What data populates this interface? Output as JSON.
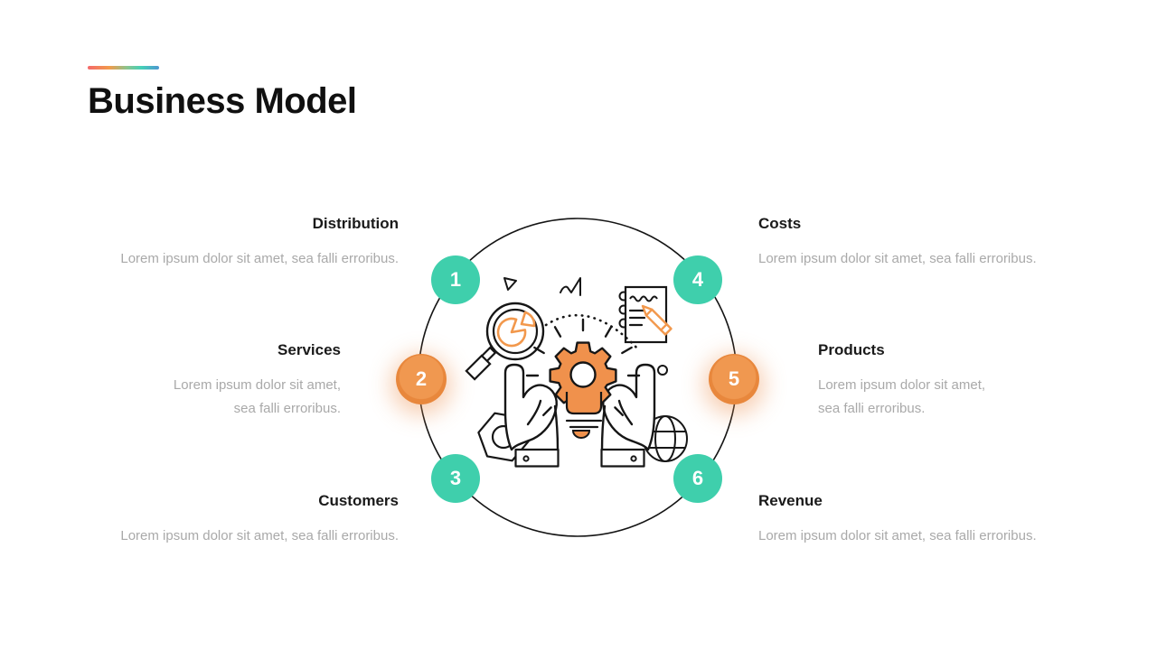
{
  "slide": {
    "title": "Business Model"
  },
  "accent_bar_colors": [
    "#F4696B",
    "#F29A4B",
    "#8BC48E",
    "#45D0B7",
    "#4E97D1"
  ],
  "colors": {
    "badge_teal": "#3FCFAC",
    "badge_orange": "#ED8B40",
    "illustration_orange": "#F0914C",
    "heading_text": "#1A1A1A",
    "body_text": "#A9A9A9"
  },
  "sections": [
    {
      "id": "distribution",
      "number": "1",
      "badge_color": "teal",
      "title": "Distribution",
      "line1": "Lorem ipsum dolor sit amet, sea falli erroribus.",
      "line2": ""
    },
    {
      "id": "services",
      "number": "2",
      "badge_color": "orange",
      "title": "Services",
      "line1": "Lorem ipsum dolor sit amet,",
      "line2": "sea falli erroribus."
    },
    {
      "id": "customers",
      "number": "3",
      "badge_color": "teal",
      "title": "Customers",
      "line1": "Lorem ipsum dolor sit amet, sea falli erroribus.",
      "line2": ""
    },
    {
      "id": "costs",
      "number": "4",
      "badge_color": "teal",
      "title": "Costs",
      "line1": "Lorem ipsum dolor sit amet, sea falli erroribus.",
      "line2": ""
    },
    {
      "id": "products",
      "number": "5",
      "badge_color": "orange",
      "title": "Products",
      "line1": "Lorem ipsum dolor sit amet,",
      "line2": "sea falli erroribus."
    },
    {
      "id": "revenue",
      "number": "6",
      "badge_color": "teal",
      "title": "Revenue",
      "line1": "Lorem ipsum dolor sit amet, sea falli erroribus.",
      "line2": ""
    }
  ],
  "center_illustration": {
    "icons": [
      "magnifier-pie-icon",
      "gear-lightbulb-icon",
      "document-pencil-icon",
      "left-hand-icon",
      "right-hand-icon",
      "hex-nut-icon",
      "globe-icon",
      "triangle-doodle-icon",
      "zigzag-doodle-icon",
      "dotted-arc"
    ]
  }
}
